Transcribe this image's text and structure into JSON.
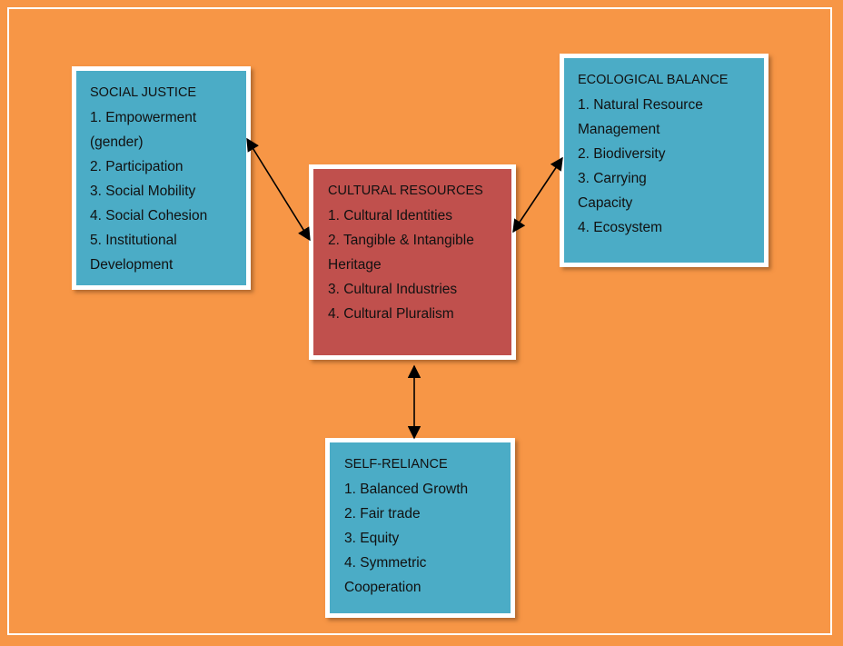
{
  "social_justice": {
    "title": "SOCIAL JUSTICE",
    "items": [
      "1. Empowerment",
      "(gender)",
      "2. Participation",
      "3. Social Mobility",
      "4. Social Cohesion",
      "5. Institutional",
      "Development"
    ]
  },
  "ecological_balance": {
    "title": "ECOLOGICAL BALANCE",
    "items": [
      "1. Natural Resource",
      "Management",
      "2. Biodiversity",
      "3. Carrying",
      "Capacity",
      "4. Ecosystem"
    ]
  },
  "cultural_resources": {
    "title": "CULTURAL RESOURCES",
    "items": [
      "1. Cultural Identities",
      "2. Tangible & Intangible",
      "Heritage",
      "3. Cultural Industries",
      "4. Cultural Pluralism"
    ]
  },
  "self_reliance": {
    "title": "SELF-RELIANCE",
    "items": [
      "1. Balanced Growth",
      "2. Fair trade",
      "3. Equity",
      "4. Symmetric",
      "Cooperation"
    ]
  },
  "colors": {
    "background": "#f79646",
    "box_blue": "#4bacc6",
    "box_red": "#c0504d",
    "border": "#ffffff",
    "arrow": "#000000"
  }
}
